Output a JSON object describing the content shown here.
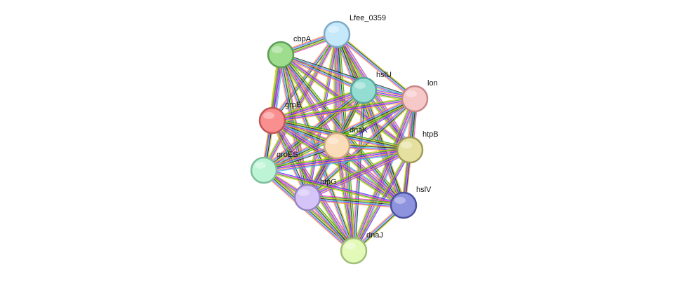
{
  "network": {
    "nodes": [
      {
        "id": "Lfee_0359",
        "label": "Lfee_0359",
        "fill": "#c6e8fb",
        "stroke": "#7ea9c8"
      },
      {
        "id": "cbpA",
        "label": "cbpA",
        "fill": "#9edc8e",
        "stroke": "#5e9e56"
      },
      {
        "id": "hslU",
        "label": "hslU",
        "fill": "#94ddd3",
        "stroke": "#56a69a"
      },
      {
        "id": "lon",
        "label": "lon",
        "fill": "#f6c8c8",
        "stroke": "#c78888"
      },
      {
        "id": "grpE",
        "label": "grpE",
        "fill": "#fa8f8f",
        "stroke": "#c25555"
      },
      {
        "id": "dnaK",
        "label": "dnaK",
        "fill": "#fbdcb8",
        "stroke": "#c7a27c"
      },
      {
        "id": "htpB",
        "label": "htpB",
        "fill": "#e6e0a0",
        "stroke": "#a19b56"
      },
      {
        "id": "groES",
        "label": "groES",
        "fill": "#bdf4d6",
        "stroke": "#7fbd9c"
      },
      {
        "id": "htpG",
        "label": "htpG",
        "fill": "#d4c4f8",
        "stroke": "#9484c2"
      },
      {
        "id": "hslV",
        "label": "hslV",
        "fill": "#8e93de",
        "stroke": "#4b519e"
      },
      {
        "id": "dnaJ",
        "label": "dnaJ",
        "fill": "#e2f9b8",
        "stroke": "#9fbe78"
      }
    ],
    "edge_colors": [
      "#3333ff",
      "#ff33cc",
      "#1fa21f",
      "#cccc00",
      "#222222",
      "#33cccc",
      "#9933ff",
      "#ff9933"
    ]
  }
}
